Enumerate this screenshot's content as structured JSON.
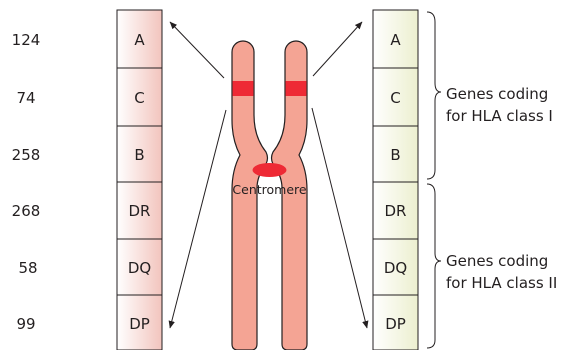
{
  "loci": [
    {
      "count": "124",
      "gene": "A"
    },
    {
      "count": "74",
      "gene": "C"
    },
    {
      "count": "258",
      "gene": "B"
    },
    {
      "count": "268",
      "gene": "DR"
    },
    {
      "count": "58",
      "gene": "DQ"
    },
    {
      "count": "99",
      "gene": "DP"
    }
  ],
  "centromere_label": "Centromere",
  "groups": {
    "class1": {
      "line1": "Genes coding",
      "line2": "for HLA class  I"
    },
    "class2": {
      "line1": "Genes coding",
      "line2": "for HLA class II"
    }
  },
  "colors": {
    "chromosome_fill": "#f4a494",
    "band": "#ee2a35",
    "outline": "#231f20",
    "left_column_dark": "#f2c4bd",
    "right_column_dark": "#ecefcf"
  }
}
